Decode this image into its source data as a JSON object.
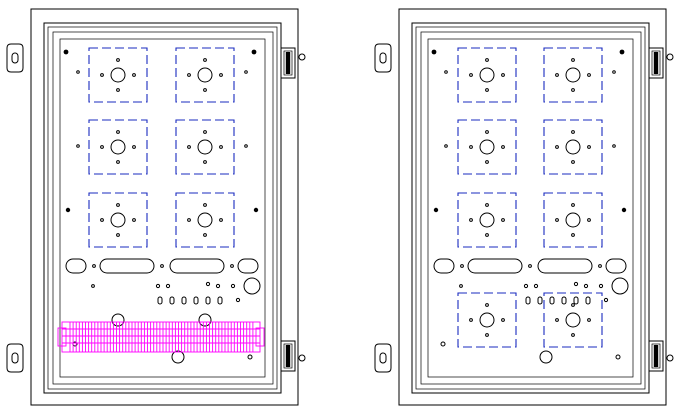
{
  "title": "",
  "drawings": [
    {
      "name": "enclosure-with-din-rail",
      "mounting_blocks": 6,
      "oval_cutouts": 2,
      "knockouts_row": 6,
      "din_rail": true,
      "din_rail_color": "#ff00ff"
    },
    {
      "name": "enclosure-with-extra-blocks",
      "mounting_blocks": 8,
      "oval_cutouts": 2,
      "knockouts_row": 6,
      "din_rail": false
    }
  ],
  "colors": {
    "outline": "#000000",
    "mounting_block": "#1a2bbf",
    "din_rail": "#ff00ff"
  }
}
